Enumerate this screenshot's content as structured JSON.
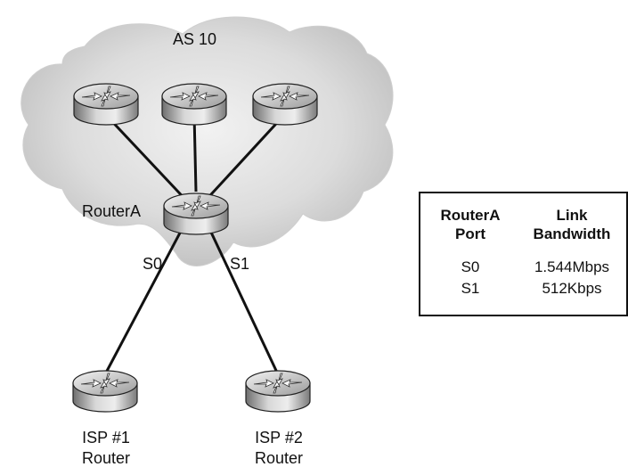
{
  "cloud_label": "AS 10",
  "routers": {
    "router_a": "RouterA",
    "isp1": {
      "line1": "ISP #1",
      "line2": "Router"
    },
    "isp2": {
      "line1": "ISP #2",
      "line2": "Router"
    }
  },
  "links": {
    "s0": "S0",
    "s1": "S1"
  },
  "table": {
    "headers": [
      {
        "line1": "RouterA",
        "line2": "Port"
      },
      {
        "line1": "Link",
        "line2": "Bandwidth"
      }
    ],
    "rows": [
      {
        "port": "S0",
        "bandwidth": "1.544Mbps"
      },
      {
        "port": "S1",
        "bandwidth": "512Kbps"
      }
    ]
  }
}
